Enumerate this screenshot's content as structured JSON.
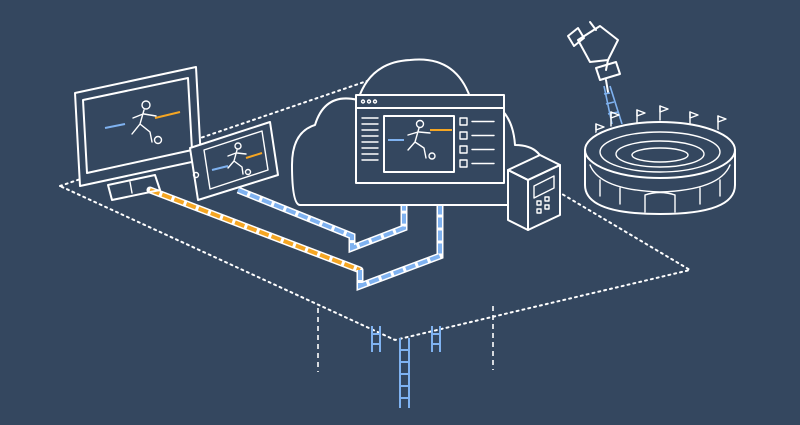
{
  "colors": {
    "background": "#34475f",
    "line": "#ffffff",
    "accent_orange": "#f5a623",
    "accent_blue": "#7fb2f0"
  },
  "icons": [
    "monitor-icon",
    "smartphone-icon",
    "cloud-icon",
    "video-editor-window-icon",
    "server-cabinet-icon",
    "stadium-icon",
    "broadcast-camera-icon",
    "soccer-player-icon"
  ],
  "connections": [
    {
      "from": "monitor",
      "to": "cloud",
      "color": "#f5a623"
    },
    {
      "from": "smartphone",
      "to": "cloud",
      "color": "#7fb2f0"
    }
  ]
}
